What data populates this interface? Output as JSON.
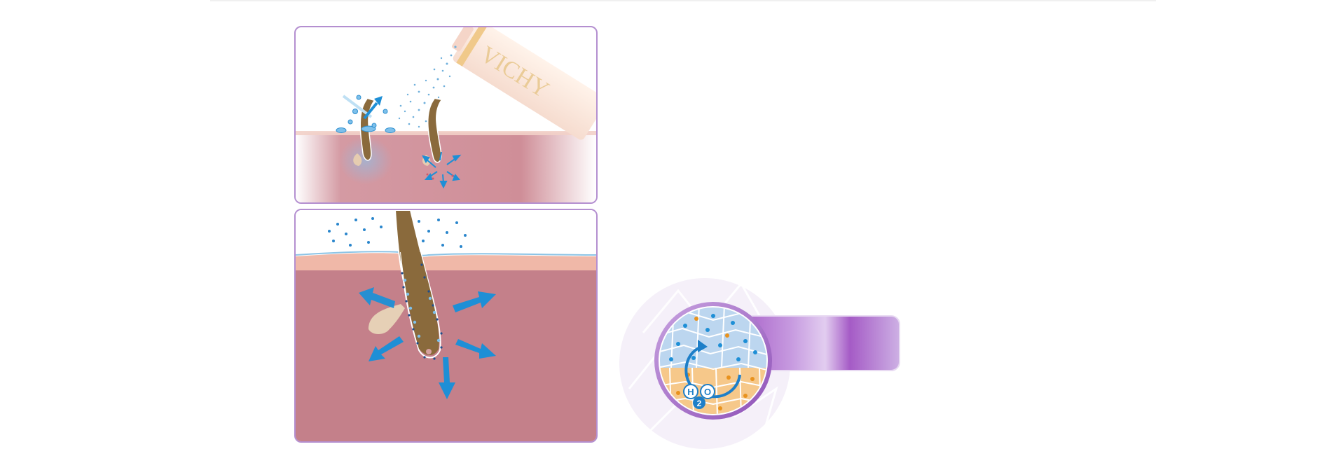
{
  "panels": {
    "top": {
      "name": "spray-application-panel"
    },
    "bottom": {
      "name": "follicle-detail-panel"
    }
  },
  "magnifier": {
    "formula": {
      "h": "H",
      "two": "2",
      "o": "O"
    },
    "label_bar_text": ""
  },
  "colors": {
    "panel_border": "#b48fd0",
    "dermis": "#c4808a",
    "epidermis": "#f0b8a8",
    "droplet": "#1e8fd6",
    "hair": "#8a6a3c",
    "accent_bar": "#a55bc6",
    "cell_blue": "#bcd6ef",
    "cell_orange": "#f6c88a"
  },
  "icons": [
    "spray-can-icon",
    "arrow-icon",
    "water-droplet-icon",
    "hair-follicle-icon",
    "cell-layer-icon"
  ]
}
